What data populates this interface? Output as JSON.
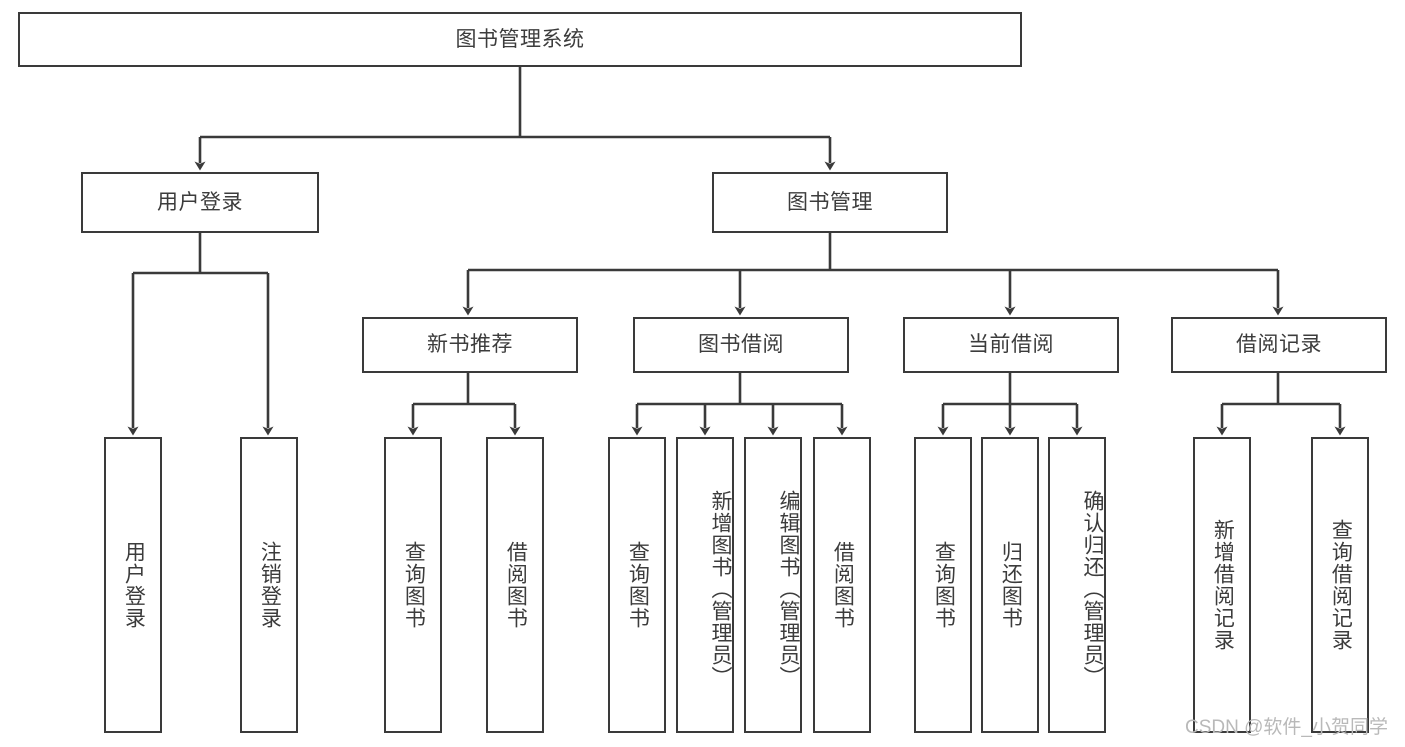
{
  "diagram": {
    "title": "图书管理系统",
    "type": "hierarchy-tree",
    "root": {
      "label": "图书管理系统"
    },
    "level2": [
      {
        "label": "用户登录"
      },
      {
        "label": "图书管理"
      }
    ],
    "level3": [
      {
        "label": "新书推荐"
      },
      {
        "label": "图书借阅"
      },
      {
        "label": "当前借阅"
      },
      {
        "label": "借阅记录"
      }
    ],
    "leaves": {
      "user_login": [
        {
          "label": "用户登录"
        },
        {
          "label": "注销登录"
        }
      ],
      "new_book_recommend": [
        {
          "label": "查询图书"
        },
        {
          "label": "借阅图书"
        }
      ],
      "book_borrow": [
        {
          "label": "查询图书"
        },
        {
          "label": "新增图书（管理员）"
        },
        {
          "label": "编辑图书（管理员）"
        },
        {
          "label": "借阅图书"
        }
      ],
      "current_borrow": [
        {
          "label": "查询图书"
        },
        {
          "label": "归还图书"
        },
        {
          "label": "确认归还（管理员）"
        }
      ],
      "borrow_record": [
        {
          "label": "新增借阅记录"
        },
        {
          "label": "查询借阅记录"
        }
      ]
    }
  },
  "watermark": {
    "text": "CSDN @软件_小贺同学"
  },
  "colors": {
    "border": "#3a3a3a",
    "text": "#3c3c3c",
    "background": "#ffffff",
    "watermark": "#b9b9b9"
  }
}
